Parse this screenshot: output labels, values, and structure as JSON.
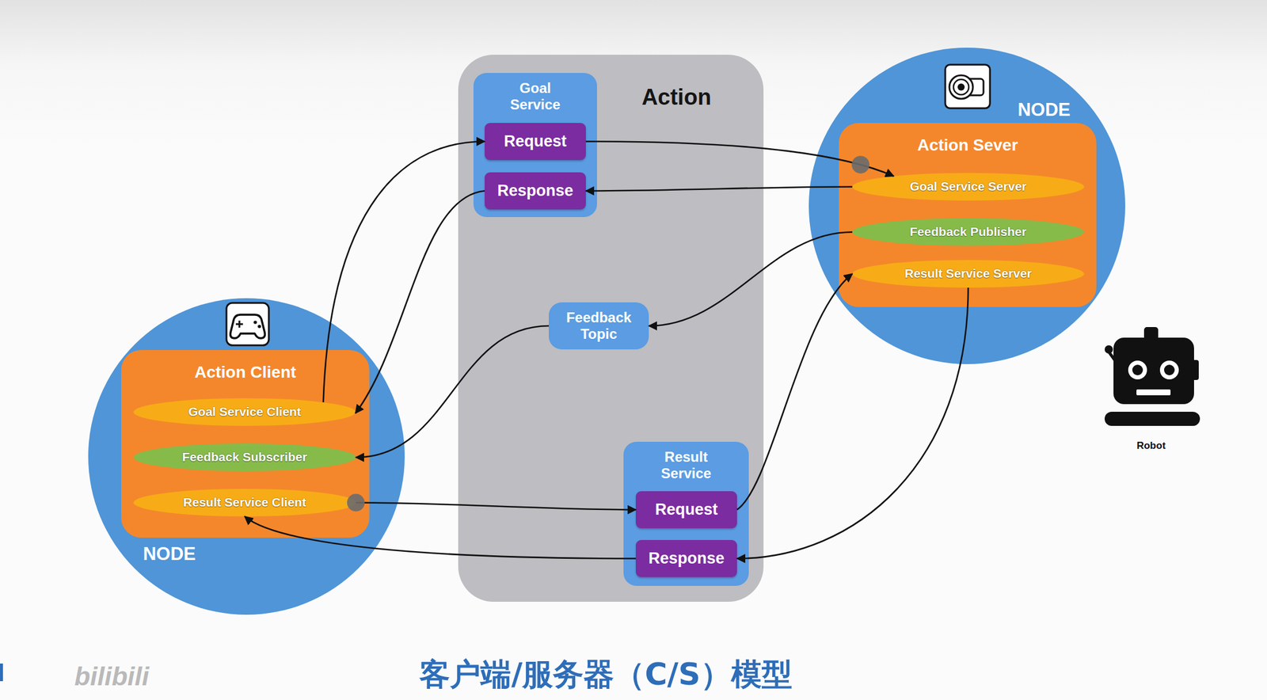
{
  "diagram": {
    "caption": "客户端/服务器（C/S）模型",
    "nodes": [
      {
        "text": [
          "Action"
        ]
      },
      {
        "text": [
          "Goal Service"
        ],
        "in": 0
      },
      {
        "text": [
          "Request"
        ],
        "in": 1
      },
      {
        "text": [
          "Response"
        ],
        "in": 1
      },
      {
        "text": [
          "NODE"
        ]
      },
      {
        "text": [
          "Action Sever"
        ],
        "in": 4
      },
      {
        "text": [
          "Goal Service Server"
        ],
        "in": 5
      },
      {
        "text": [
          "Feedback Publisher"
        ],
        "in": 5
      },
      {
        "text": [
          "Result Service Server"
        ],
        "in": 5
      },
      {
        "text": [
          "Feedback Topic"
        ],
        "in": 0
      },
      {
        "text": [
          "NODE"
        ]
      },
      {
        "text": [
          "Action Client"
        ],
        "in": 10
      },
      {
        "text": [
          "Goal Service Client"
        ],
        "in": 11
      },
      {
        "text": [
          "Feedback Subscriber"
        ],
        "in": 11
      },
      {
        "text": [
          "Result Service Client"
        ],
        "in": 11
      },
      {
        "text": [
          "Result Service"
        ],
        "in": 0
      },
      {
        "text": [
          "Request"
        ],
        "in": 15
      },
      {
        "text": [
          "Response"
        ],
        "in": 15
      }
    ],
    "edges": [
      {
        "from": 12,
        "to": 2,
        "arrow": "to"
      },
      {
        "from": 2,
        "to": 6,
        "arrow": "to"
      },
      {
        "from": 6,
        "to": 3,
        "arrow": "to"
      },
      {
        "from": 3,
        "to": 12,
        "arrow": "to"
      },
      {
        "from": 7,
        "to": 9,
        "arrow": "to"
      },
      {
        "from": 9,
        "to": 13,
        "arrow": "to"
      },
      {
        "from": 14,
        "to": 16,
        "arrow": "to"
      },
      {
        "from": 16,
        "to": 8,
        "arrow": "to"
      },
      {
        "from": 8,
        "to": 17,
        "arrow": "to"
      },
      {
        "from": 17,
        "to": 14,
        "arrow": "to"
      }
    ],
    "labels": [
      "Robot",
      "bilibili"
    ]
  }
}
